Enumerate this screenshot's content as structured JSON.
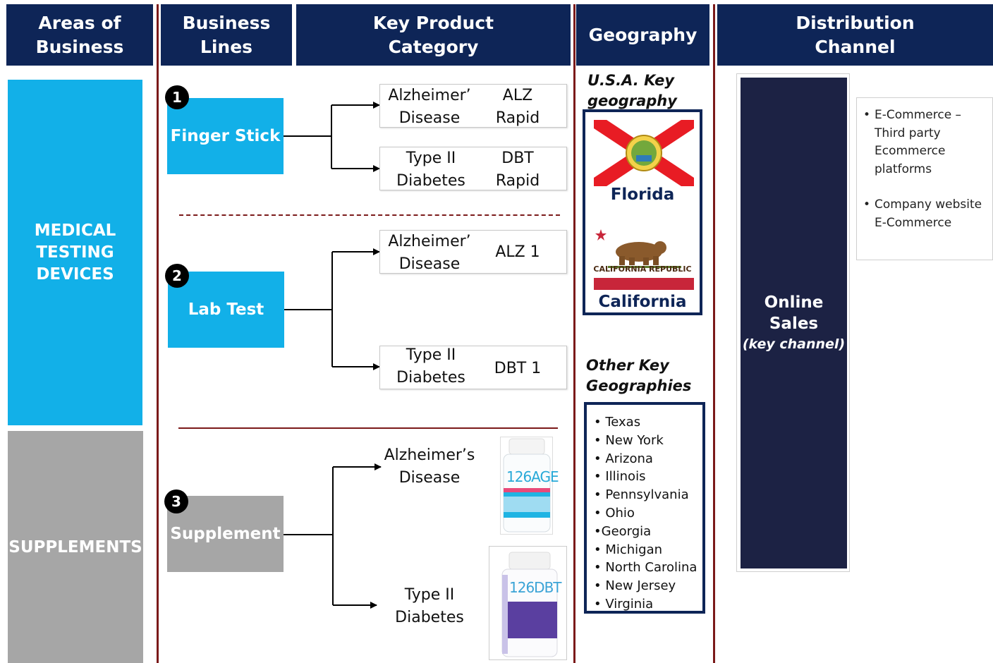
{
  "headers": {
    "areas": "Areas of\nBusiness",
    "lines": "Business\nLines",
    "product": "Key Product\nCategory",
    "geography": "Geography",
    "distribution": "Distribution\nChannel"
  },
  "areas": {
    "medical": "MEDICAL\nTESTING\nDEVICES",
    "supplements": "SUPPLEMENTS"
  },
  "business_lines": [
    {
      "number": "1",
      "label": "Finger Stick"
    },
    {
      "number": "2",
      "label": "Lab Test"
    },
    {
      "number": "3",
      "label": "Supplement"
    }
  ],
  "products": {
    "fs_alz": {
      "left": "Alzheimer’\nDisease",
      "right": "ALZ\nRapid"
    },
    "fs_dbt": {
      "left": "Type II\nDiabetes",
      "right": "DBT\nRapid"
    },
    "lab_alz": {
      "left": "Alzheimer’\nDisease",
      "right": "ALZ 1"
    },
    "lab_dbt": {
      "left": "Type II\nDiabetes",
      "right": "DBT 1"
    },
    "sup_alz": {
      "left": "Alzheimer’s\nDisease",
      "bottle": "126AGE"
    },
    "sup_dbt": {
      "left": "Type II\nDiabetes",
      "bottle": "126DBT"
    }
  },
  "geography": {
    "usa_title": "U.S.A. Key\ngeography",
    "florida": "Florida",
    "california": "California",
    "ca_republic": "CALIFORNIA REPUBLIC",
    "other_title": "Other Key\nGeographies",
    "other_list": [
      "• Texas",
      "• New York",
      "• Arizona",
      "• Illinois",
      "• Pennsylvania",
      "• Ohio",
      "•Georgia",
      "• Michigan",
      "• North Carolina",
      "• New Jersey",
      "• Virginia"
    ]
  },
  "distribution": {
    "online": "Online Sales",
    "online_sub": "(key channel)",
    "channels": [
      "E-Commerce –\nThird party\nEcommerce\nplatforms",
      "Company website\nE-Commerce"
    ]
  },
  "colors": {
    "navy": "#0e2557",
    "cyan": "#12b0e8",
    "gray": "#a6a6a6",
    "maroon": "#7b1a1a",
    "dark_panel": "#1c2244"
  }
}
